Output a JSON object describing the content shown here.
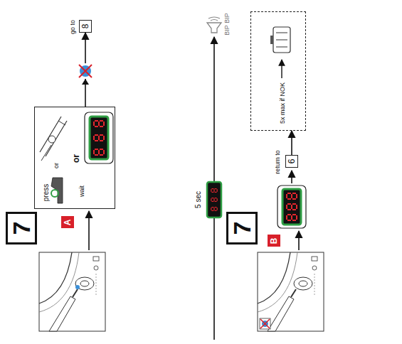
{
  "diagram": {
    "nodes": [
      {
        "text": [
          "7"
        ]
      },
      {
        "text": [
          "A"
        ]
      },
      {
        "text": [
          "press",
          "or",
          "or",
          "wait"
        ]
      },
      {
        "text": [
          "go to",
          "8"
        ]
      },
      {
        "text": [
          "5 sec"
        ]
      },
      {
        "text": [
          "7"
        ]
      },
      {
        "text": [
          "B"
        ]
      },
      {
        "text": [
          "return to",
          "6"
        ]
      },
      {
        "text": [
          "5x max if NOK"
        ]
      }
    ],
    "edges": [
      {
        "from": 2,
        "to": 3,
        "arrow": "to"
      },
      {
        "from": 7,
        "to": 8,
        "arrow": "to"
      }
    ],
    "labels": [
      "BIP BIP"
    ]
  }
}
